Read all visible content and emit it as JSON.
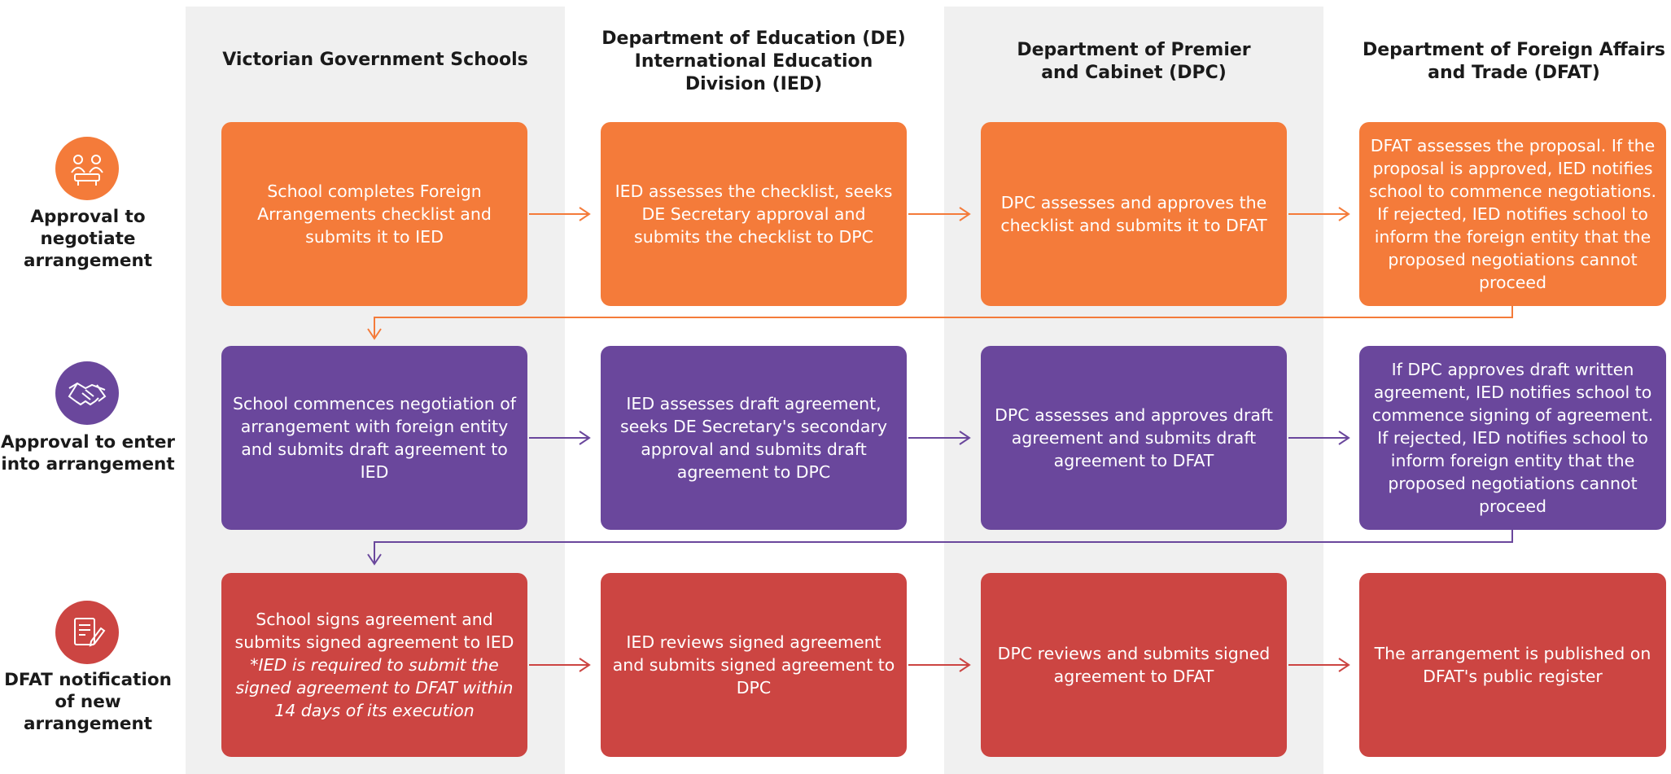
{
  "colors": {
    "orange": "#f47b3a",
    "purple": "#6a479c",
    "red": "#cc4542",
    "lane": "#f0f0f0"
  },
  "columns": [
    {
      "title": "Victorian Government Schools"
    },
    {
      "title": "Department of Education (DE) International Education Division (IED)"
    },
    {
      "title": "Department of Premier and Cabinet (DPC)"
    },
    {
      "title": "Department of Foreign Affairs and Trade (DFAT)"
    }
  ],
  "rows": [
    {
      "label": "Approval to negotiate arrangement",
      "icon": "people-meeting-icon",
      "color": "orange",
      "cells": [
        {
          "text": "School completes Foreign Arrangements checklist and submits it to IED"
        },
        {
          "text": "IED assesses the checklist, seeks DE Secretary approval and submits the checklist to DPC"
        },
        {
          "text": "DPC assesses and approves the checklist and submits it to DFAT"
        },
        {
          "text": "DFAT assesses the proposal. If the proposal is approved, IED notifies school to commence negotiations. If rejected, IED notifies school to inform the foreign entity that the proposed negotiations cannot proceed"
        }
      ]
    },
    {
      "label": "Approval to enter into arrangement",
      "icon": "handshake-icon",
      "color": "purple",
      "cells": [
        {
          "text": "School commences negotiation of arrangement with foreign entity and submits draft agreement to IED"
        },
        {
          "text": "IED assesses draft agreement, seeks DE Secretary's secondary approval and submits draft agreement to DPC"
        },
        {
          "text": "DPC assesses and approves draft agreement and submits draft agreement to DFAT"
        },
        {
          "text": "If DPC approves draft written agreement, IED notifies school to commence signing of agreement. If rejected, IED notifies school to inform foreign entity that the proposed negotiations cannot proceed"
        }
      ]
    },
    {
      "label": "DFAT notification of new arrangement",
      "icon": "document-signing-icon",
      "color": "red",
      "cells": [
        {
          "text": "School signs agreement and submits signed agreement to IED",
          "note": "*IED is required to submit the signed agreement to DFAT within 14 days of its execution"
        },
        {
          "text": "IED reviews signed agreement and submits signed agreement to DPC"
        },
        {
          "text": "DPC reviews and submits signed agreement to DFAT"
        },
        {
          "text": "The arrangement is published on DFAT's public register"
        }
      ]
    }
  ]
}
